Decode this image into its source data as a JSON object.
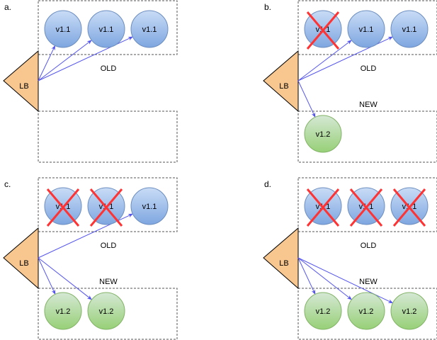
{
  "colors": {
    "old_fill_top": "#c9dcf6",
    "old_fill_bottom": "#7ea6e0",
    "old_stroke": "#6c8ebf",
    "new_fill_top": "#d5e8d4",
    "new_fill_bottom": "#97d077",
    "new_stroke": "#82b366",
    "lb_fill": "#f8c68f",
    "lb_stroke": "#000000",
    "arrow": "#5555ee",
    "cross": "#ff3333",
    "box_border": "#555555"
  },
  "lb_label": "LB",
  "old_label": "OLD",
  "new_label": "NEW",
  "panels": [
    {
      "label": "a.",
      "old": [
        {
          "text": "v1.1",
          "crossed": false
        },
        {
          "text": "v1.1",
          "crossed": false
        },
        {
          "text": "v1.1",
          "crossed": false
        }
      ],
      "new": [],
      "show_new_label": false
    },
    {
      "label": "b.",
      "old": [
        {
          "text": "v1.1",
          "crossed": true
        },
        {
          "text": "v1.1",
          "crossed": false
        },
        {
          "text": "v1.1",
          "crossed": false
        }
      ],
      "new": [
        {
          "text": "v1.2"
        }
      ],
      "show_new_label": true
    },
    {
      "label": "c.",
      "old": [
        {
          "text": "v1.1",
          "crossed": true
        },
        {
          "text": "v1.1",
          "crossed": true
        },
        {
          "text": "v1.1",
          "crossed": false
        }
      ],
      "new": [
        {
          "text": "v1.2"
        },
        {
          "text": "v1.2"
        }
      ],
      "show_new_label": true
    },
    {
      "label": "d.",
      "old": [
        {
          "text": "v1.1",
          "crossed": true
        },
        {
          "text": "v1.1",
          "crossed": true
        },
        {
          "text": "v1.1",
          "crossed": true
        }
      ],
      "new": [
        {
          "text": "v1.2"
        },
        {
          "text": "v1.2"
        },
        {
          "text": "v1.2"
        }
      ],
      "show_new_label": true
    }
  ]
}
